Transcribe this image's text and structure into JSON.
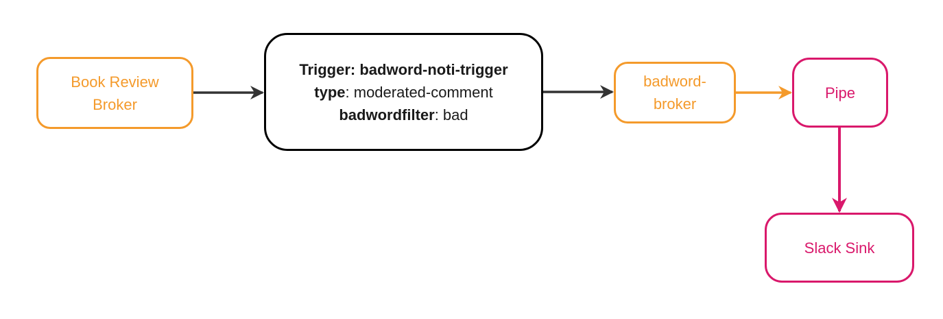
{
  "colors": {
    "orange": "#F49A2B",
    "pink": "#D9186B",
    "black_border": "#000000",
    "black_text": "#1A1A1A",
    "arrow_dark": "#333333",
    "background": "#FFFFFF"
  },
  "nodes": {
    "book_review_broker": {
      "line1": "Book Review",
      "line2": "Broker"
    },
    "trigger_filter": {
      "line1": "Trigger: badword-noti-trigger",
      "line2_key": "type",
      "line2_value": ": moderated-comment",
      "line3_key": "badwordfilter",
      "line3_value": ": bad"
    },
    "badword_broker": {
      "line1": "badword-",
      "line2": "broker"
    },
    "pipe": {
      "label": "Pipe"
    },
    "slack_sink": {
      "label": "Slack Sink"
    }
  },
  "edges": [
    {
      "from": "Book Review Broker",
      "to": "Trigger: badword-noti-trigger",
      "color": "#333333"
    },
    {
      "from": "Trigger: badword-noti-trigger",
      "to": "badword-broker",
      "color": "#333333"
    },
    {
      "from": "badword-broker",
      "to": "Pipe",
      "color": "#F49A2B"
    },
    {
      "from": "Pipe",
      "to": "Slack Sink",
      "color": "#D9186B"
    }
  ]
}
